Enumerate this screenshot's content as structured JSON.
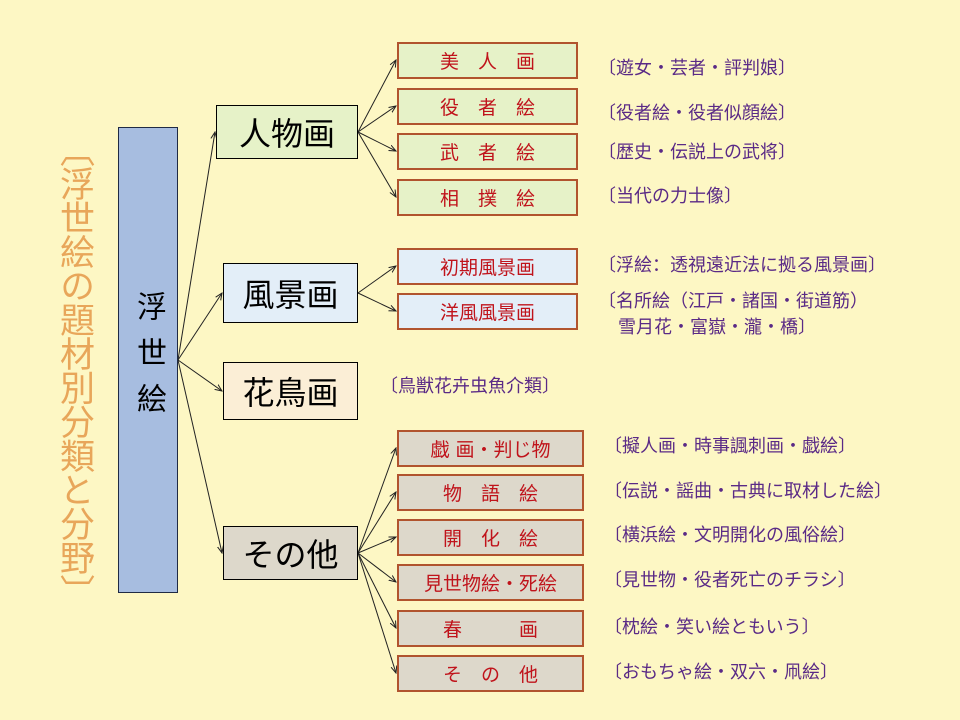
{
  "title": "〔浮世絵の題材別分類と分野〕",
  "root": "浮世絵",
  "colors": {
    "background": "#fdf7c4",
    "root_fill": "#a7bde0",
    "green_fill": "#e6f2c8",
    "blue_fill": "#e3eef8",
    "gray_fill": "#ddd8cb",
    "sub_text": "#c0131b",
    "desc_text": "#5a2a86",
    "title_text": "#e8a65a"
  },
  "categories": [
    {
      "label": "人物画",
      "subs": [
        {
          "label": "美　人　画",
          "desc": "〔遊女・芸者・評判娘〕"
        },
        {
          "label": "役　者　絵",
          "desc": "〔役者絵・役者似顔絵〕"
        },
        {
          "label": "武　者　絵",
          "desc": "〔歴史・伝説上の武将〕"
        },
        {
          "label": "相　撲　絵",
          "desc": "〔当代の力士像〕"
        }
      ]
    },
    {
      "label": "風景画",
      "subs": [
        {
          "label": "初期風景画",
          "desc": "〔浮絵：透視遠近法に拠る風景画〕"
        },
        {
          "label": "洋風風景画",
          "desc": "〔名所絵（江戸・諸国・街道筋）",
          "desc2": "雪月花・富嶽・瀧・橋〕"
        }
      ]
    },
    {
      "label": "花鳥画",
      "desc": "〔鳥獣花卉虫魚介類〕",
      "subs": []
    },
    {
      "label": "その他",
      "subs": [
        {
          "label": "戯 画・判じ物",
          "desc": "〔擬人画・時事諷刺画・戯絵〕"
        },
        {
          "label": "物　語　絵",
          "desc": "〔伝説・謡曲・古典に取材した絵〕"
        },
        {
          "label": "開　化　絵",
          "desc": "〔横浜絵・文明開化の風俗絵〕"
        },
        {
          "label": "見世物絵・死絵",
          "desc": "〔見世物・役者死亡のチラシ〕"
        },
        {
          "label": "春　　　画",
          "desc": "〔枕絵・笑い絵ともいう〕"
        },
        {
          "label": "そ　の　他",
          "desc": "〔おもちゃ絵・双六・凧絵〕"
        }
      ]
    }
  ]
}
